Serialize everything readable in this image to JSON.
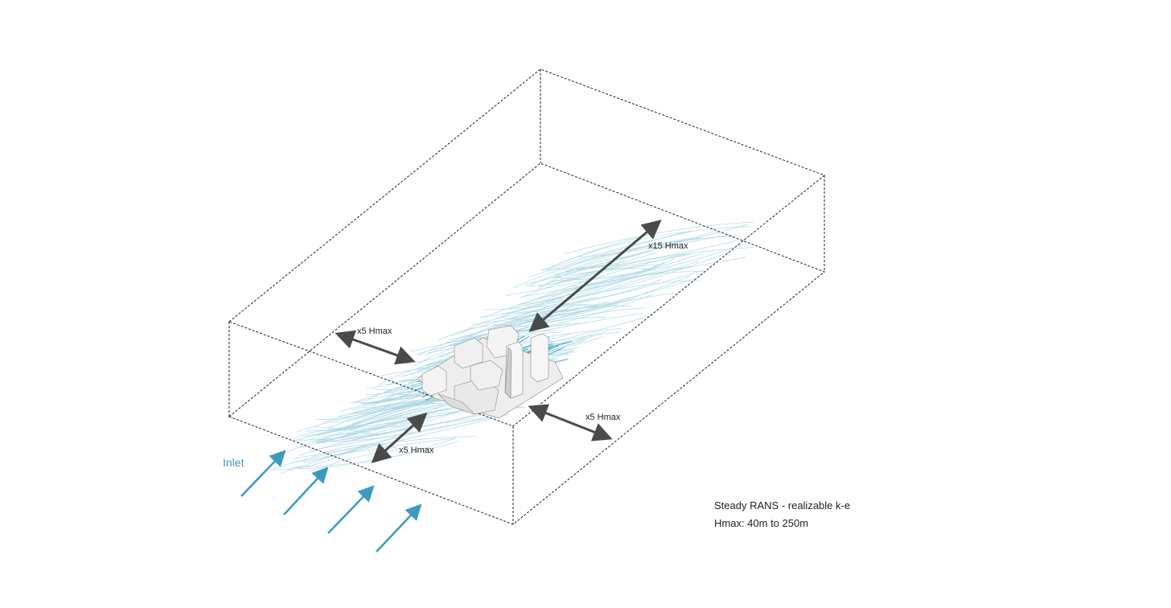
{
  "labels": {
    "downstream": "x15 Hmax",
    "upstream_left": "x5 Hmax",
    "lateral_bottom": "x5 Hmax",
    "lateral_right": "x5 Hmax",
    "inlet": "Inlet"
  },
  "notes": {
    "model": "Steady RANS - realizable k-e",
    "hmax": "Hmax: 40m to 250m"
  },
  "colors": {
    "inlet": "#3a9bbf",
    "streamline": "#a8d4e2",
    "streamline_dark": "#2f9fc4",
    "arrow": "#4a4a4a"
  }
}
